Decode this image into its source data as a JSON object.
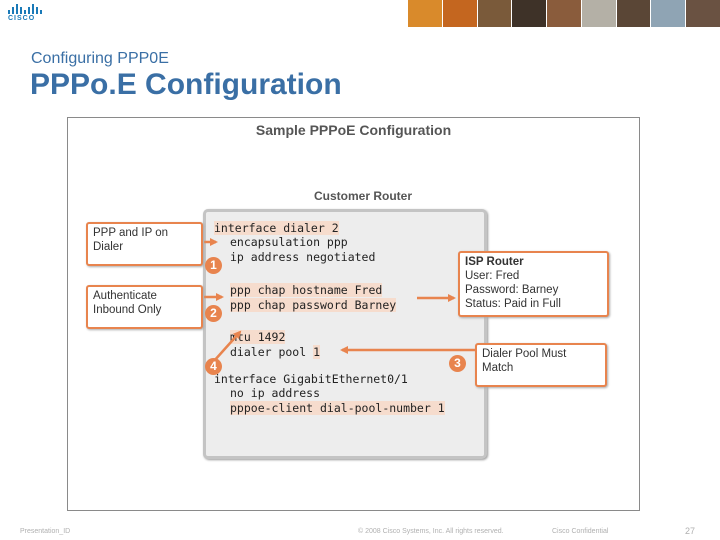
{
  "logo": {
    "text": "CISCO"
  },
  "slide": {
    "subtitle": "Configuring PPP0E",
    "title": "PPPo.E Configuration"
  },
  "figure": {
    "title": "Sample PPPoE Configuration",
    "router_title": "Customer Router",
    "code": {
      "line1": "interface dialer 2",
      "line2": "encapsulation ppp",
      "line3": "ip address negotiated",
      "line4": "ppp chap hostname Fred",
      "line5": "ppp chap password Barney",
      "line6": "mtu 1492",
      "line7_a": "dialer pool ",
      "line7_b": "1",
      "line8": "interface GigabitEthernet0/1",
      "line9": "no ip address",
      "line10": "pppoe-client dial-pool-number 1"
    },
    "callouts": {
      "ppp_dialer": {
        "line1": "PPP and IP on",
        "line2": "Dialer"
      },
      "auth": {
        "line1": "Authenticate",
        "line2": "Inbound Only"
      },
      "isp": {
        "heading": "ISP Router",
        "line1": "User: Fred",
        "line2": "Password: Barney",
        "line3": "Status: Paid in Full"
      },
      "pool": {
        "line1": "Dialer Pool Must",
        "line2": "Match"
      }
    },
    "badges": {
      "b1": "1",
      "b2": "2",
      "b3": "3",
      "b4": "4"
    },
    "accent_color": "#e8844e"
  },
  "footer": {
    "left": "Presentation_ID",
    "center": "© 2008 Cisco Systems, Inc. All rights reserved.",
    "confidential": "Cisco Confidential",
    "page": "27"
  }
}
